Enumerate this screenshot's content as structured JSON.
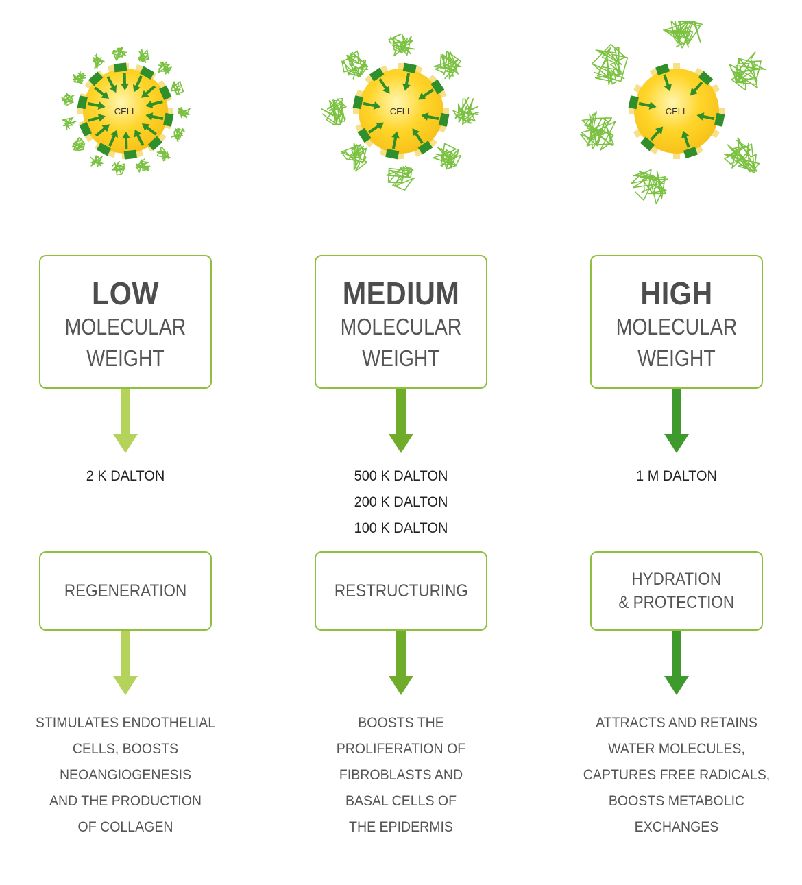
{
  "cell_label": "CELL",
  "colors": {
    "box_border": "#8fbf3f",
    "arrow_low": "#b5d25a",
    "arrow_medium": "#6fac2c",
    "arrow_high": "#3f9a2e",
    "cell_fill": "#f7c21a",
    "receptor": "#2f8f2a",
    "molecule": "#7cc242"
  },
  "columns": [
    {
      "weight": "LOW",
      "line2": "MOLECULAR",
      "line3": "WEIGHT",
      "daltons": [
        "2 K DALTON"
      ],
      "function": "REGENERATION",
      "description": [
        "STIMULATES ENDOTHELIAL",
        "CELLS, BOOSTS",
        "NEOANGIOGENESIS",
        "AND THE PRODUCTION",
        "OF COLLAGEN"
      ]
    },
    {
      "weight": "MEDIUM",
      "line2": "MOLECULAR",
      "line3": "WEIGHT",
      "daltons": [
        "500 K DALTON",
        "200 K DALTON",
        "100 K DALTON"
      ],
      "function": "RESTRUCTURING",
      "description": [
        "BOOSTS THE",
        "PROLIFERATION OF",
        "FIBROBLASTS AND",
        "BASAL CELLS OF",
        "THE EPIDERMIS"
      ]
    },
    {
      "weight": "HIGH",
      "line2": "MOLECULAR",
      "line3": "WEIGHT",
      "daltons": [
        "1 M DALTON"
      ],
      "function": "HYDRATION\n& PROTECTION",
      "description": [
        "ATTRACTS AND RETAINS",
        "WATER MOLECULES,",
        "CAPTURES FREE RADICALS,",
        "BOOSTS METABOLIC",
        "EXCHANGES"
      ]
    }
  ]
}
